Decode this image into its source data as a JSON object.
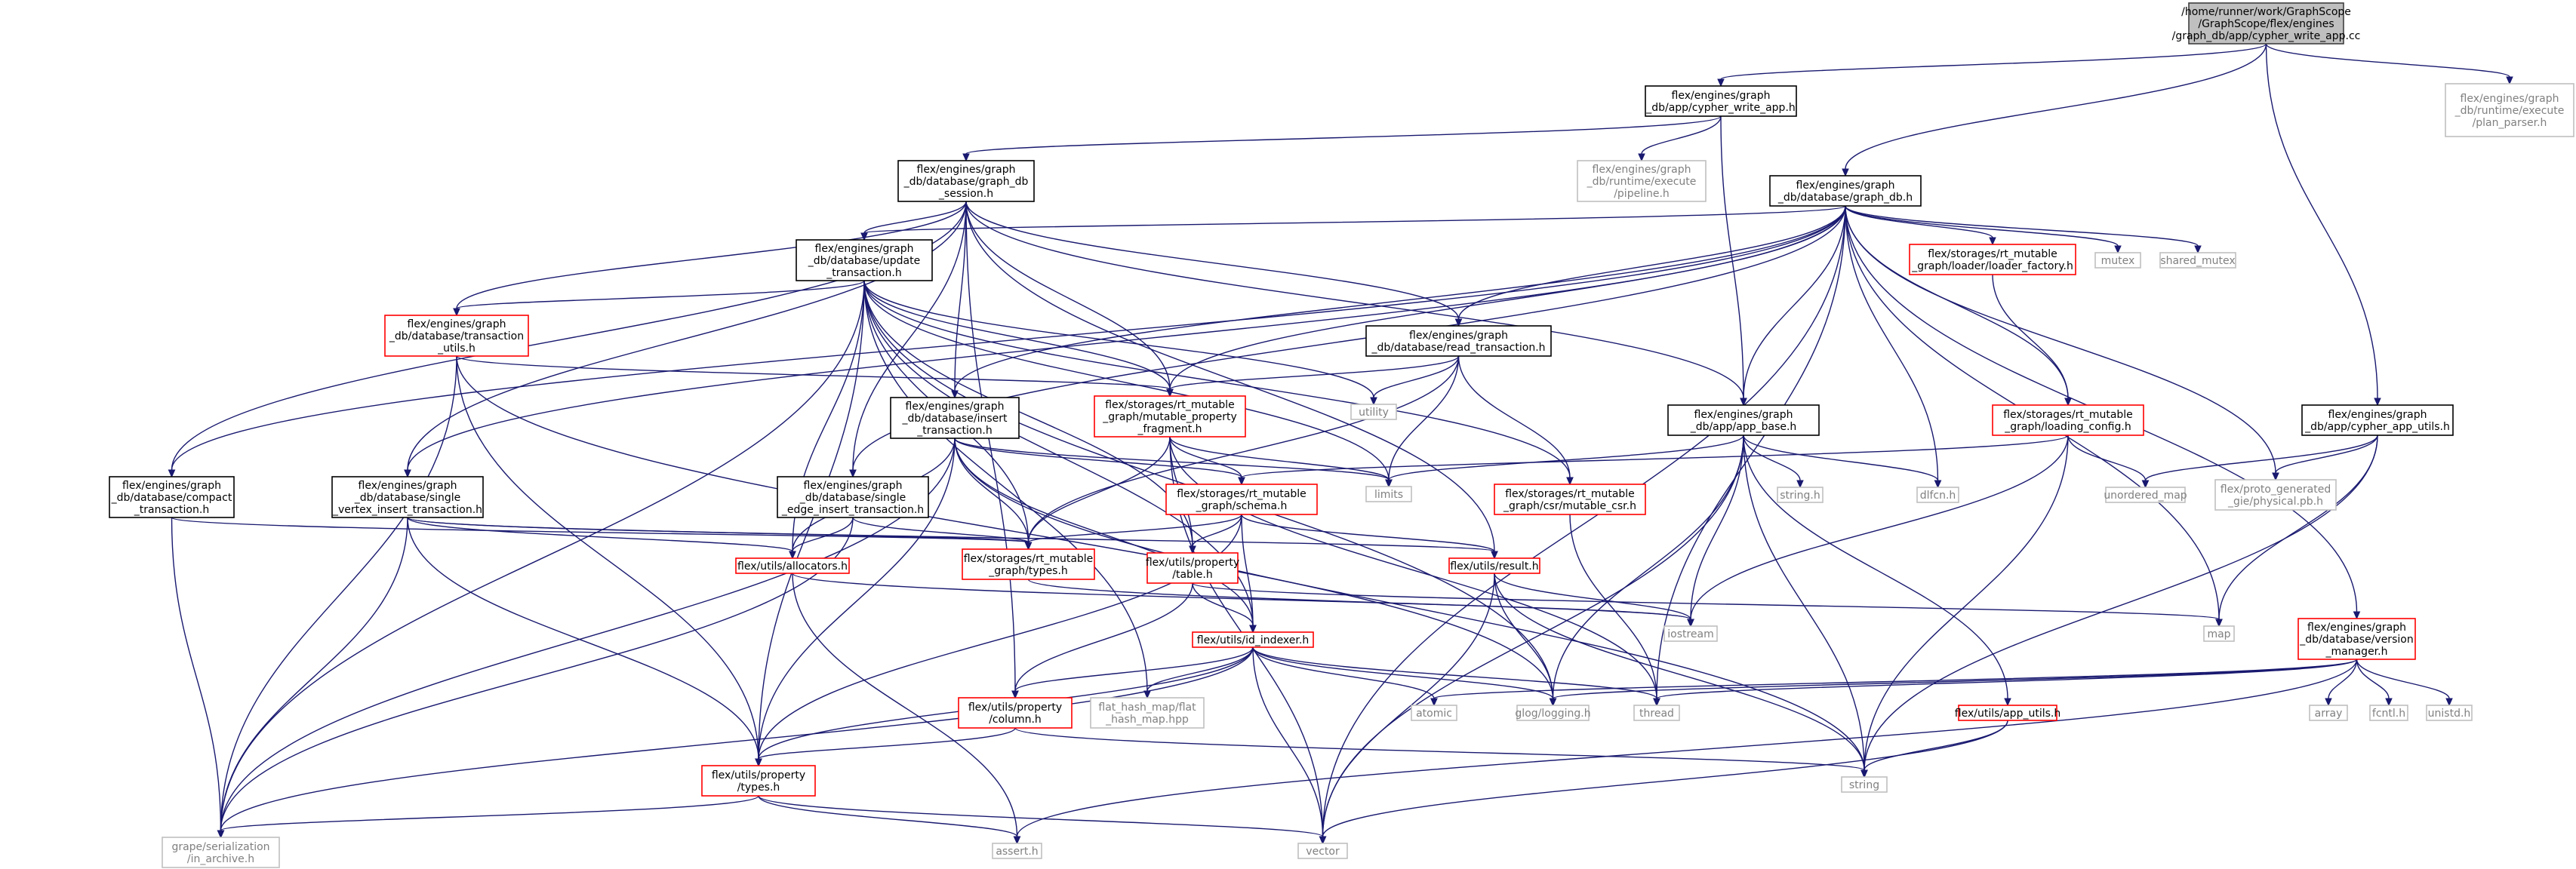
{
  "colors": {
    "edge": "#191970",
    "root_fill": "#bfbfbf",
    "normal_border": "#000000",
    "red_border": "#ff0000",
    "external_border": "#bfbfbf",
    "external_text": "#808080"
  },
  "nodes": [
    {
      "id": "root",
      "kind": "root",
      "lines": [
        "/home/runner/work/GraphScope",
        "/GraphScope/flex/engines",
        "/graph_db/app/cypher_write_app.cc"
      ]
    },
    {
      "id": "cwa_h",
      "kind": "normal",
      "lines": [
        "flex/engines/graph",
        "_db/app/cypher_write_app.h"
      ]
    },
    {
      "id": "plan_parser",
      "kind": "external",
      "lines": [
        "flex/engines/graph",
        "_db/runtime/execute",
        "/plan_parser.h"
      ]
    },
    {
      "id": "graph_db_h",
      "kind": "normal",
      "lines": [
        "flex/engines/graph",
        "_db/database/graph_db.h"
      ]
    },
    {
      "id": "session_h",
      "kind": "normal",
      "lines": [
        "flex/engines/graph",
        "_db/database/graph_db",
        "_session.h"
      ]
    },
    {
      "id": "pipeline_h",
      "kind": "external",
      "lines": [
        "flex/engines/graph",
        "_db/runtime/execute",
        "/pipeline.h"
      ]
    },
    {
      "id": "update_tx",
      "kind": "normal",
      "lines": [
        "flex/engines/graph",
        "_db/database/update",
        "_transaction.h"
      ]
    },
    {
      "id": "loader_factory",
      "kind": "red",
      "lines": [
        "flex/storages/rt_mutable",
        "_graph/loader/loader_factory.h"
      ]
    },
    {
      "id": "mutex",
      "kind": "external",
      "lines": [
        "mutex"
      ]
    },
    {
      "id": "shared_mutex",
      "kind": "external",
      "lines": [
        "shared_mutex"
      ]
    },
    {
      "id": "tx_utils",
      "kind": "red",
      "lines": [
        "flex/engines/graph",
        "_db/database/transaction",
        "_utils.h"
      ]
    },
    {
      "id": "read_tx",
      "kind": "normal",
      "lines": [
        "flex/engines/graph",
        "_db/database/read_transaction.h"
      ]
    },
    {
      "id": "loading_config",
      "kind": "red",
      "lines": [
        "flex/storages/rt_mutable",
        "_graph/loading_config.h"
      ]
    },
    {
      "id": "cypher_app_utils",
      "kind": "normal",
      "lines": [
        "flex/engines/graph",
        "_db/app/cypher_app_utils.h"
      ]
    },
    {
      "id": "utility",
      "kind": "external",
      "lines": [
        "utility"
      ]
    },
    {
      "id": "insert_tx",
      "kind": "normal",
      "lines": [
        "flex/engines/graph",
        "_db/database/insert",
        "_transaction.h"
      ]
    },
    {
      "id": "mpf_h",
      "kind": "red",
      "lines": [
        "flex/storages/rt_mutable",
        "_graph/mutable_property",
        "_fragment.h"
      ]
    },
    {
      "id": "app_base",
      "kind": "normal",
      "lines": [
        "flex/engines/graph",
        "_db/app/app_base.h"
      ]
    },
    {
      "id": "unordered_map",
      "kind": "external",
      "lines": [
        "unordered_map"
      ]
    },
    {
      "id": "physical_pb",
      "kind": "external",
      "lines": [
        "flex/proto_generated",
        "_gie/physical.pb.h"
      ]
    },
    {
      "id": "compact_tx",
      "kind": "normal",
      "lines": [
        "flex/engines/graph",
        "_db/database/compact",
        "_transaction.h"
      ]
    },
    {
      "id": "svi_tx",
      "kind": "normal",
      "lines": [
        "flex/engines/graph",
        "_db/database/single",
        "_vertex_insert_transaction.h"
      ]
    },
    {
      "id": "sei_tx",
      "kind": "normal",
      "lines": [
        "flex/engines/graph",
        "_db/database/single",
        "_edge_insert_transaction.h"
      ]
    },
    {
      "id": "schema_h",
      "kind": "red",
      "lines": [
        "flex/storages/rt_mutable",
        "_graph/schema.h"
      ]
    },
    {
      "id": "limits",
      "kind": "external",
      "lines": [
        "limits"
      ]
    },
    {
      "id": "mutable_csr",
      "kind": "red",
      "lines": [
        "flex/storages/rt_mutable",
        "_graph/csr/mutable_csr.h"
      ]
    },
    {
      "id": "string_h",
      "kind": "external",
      "lines": [
        "string.h"
      ]
    },
    {
      "id": "dlfcn",
      "kind": "external",
      "lines": [
        "dlfcn.h"
      ]
    },
    {
      "id": "allocators",
      "kind": "red",
      "lines": [
        "flex/utils/allocators.h"
      ]
    },
    {
      "id": "types_rt",
      "kind": "red",
      "lines": [
        "flex/storages/rt_mutable",
        "_graph/types.h"
      ]
    },
    {
      "id": "table_h",
      "kind": "red",
      "lines": [
        "flex/utils/property",
        "/table.h"
      ]
    },
    {
      "id": "result_h",
      "kind": "red",
      "lines": [
        "flex/utils/result.h"
      ]
    },
    {
      "id": "iostream",
      "kind": "external",
      "lines": [
        "iostream"
      ]
    },
    {
      "id": "map",
      "kind": "external",
      "lines": [
        "map"
      ]
    },
    {
      "id": "version_mgr",
      "kind": "red",
      "lines": [
        "flex/engines/graph",
        "_db/database/version",
        "_manager.h"
      ]
    },
    {
      "id": "id_indexer",
      "kind": "red",
      "lines": [
        "flex/utils/id_indexer.h"
      ]
    },
    {
      "id": "column_h",
      "kind": "red",
      "lines": [
        "flex/utils/property",
        "/column.h"
      ]
    },
    {
      "id": "flat_hash_map",
      "kind": "external",
      "lines": [
        "flat_hash_map/flat",
        "_hash_map.hpp"
      ]
    },
    {
      "id": "atomic",
      "kind": "external",
      "lines": [
        "atomic"
      ]
    },
    {
      "id": "glog",
      "kind": "external",
      "lines": [
        "glog/logging.h"
      ]
    },
    {
      "id": "thread",
      "kind": "external",
      "lines": [
        "thread"
      ]
    },
    {
      "id": "app_utils",
      "kind": "red",
      "lines": [
        "flex/utils/app_utils.h"
      ]
    },
    {
      "id": "array",
      "kind": "external",
      "lines": [
        "array"
      ]
    },
    {
      "id": "fcntl",
      "kind": "external",
      "lines": [
        "fcntl.h"
      ]
    },
    {
      "id": "unistd",
      "kind": "external",
      "lines": [
        "unistd.h"
      ]
    },
    {
      "id": "string",
      "kind": "external",
      "lines": [
        "string"
      ]
    },
    {
      "id": "types_prop",
      "kind": "red",
      "lines": [
        "flex/utils/property",
        "/types.h"
      ]
    },
    {
      "id": "in_archive",
      "kind": "external",
      "lines": [
        "grape/serialization",
        "/in_archive.h"
      ]
    },
    {
      "id": "assert_h",
      "kind": "external",
      "lines": [
        "assert.h"
      ]
    },
    {
      "id": "vector",
      "kind": "external",
      "lines": [
        "vector"
      ]
    }
  ],
  "edges": [
    [
      "root",
      "cwa_h"
    ],
    [
      "root",
      "graph_db_h"
    ],
    [
      "root",
      "cypher_app_utils"
    ],
    [
      "root",
      "plan_parser"
    ],
    [
      "cwa_h",
      "session_h"
    ],
    [
      "cwa_h",
      "pipeline_h"
    ],
    [
      "cwa_h",
      "app_base"
    ],
    [
      "graph_db_h",
      "update_tx"
    ],
    [
      "graph_db_h",
      "read_tx"
    ],
    [
      "graph_db_h",
      "insert_tx"
    ],
    [
      "graph_db_h",
      "mpf_h"
    ],
    [
      "graph_db_h",
      "app_base"
    ],
    [
      "graph_db_h",
      "loader_factory"
    ],
    [
      "graph_db_h",
      "loading_config"
    ],
    [
      "graph_db_h",
      "mutex"
    ],
    [
      "graph_db_h",
      "shared_mutex"
    ],
    [
      "graph_db_h",
      "version_mgr"
    ],
    [
      "graph_db_h",
      "map"
    ],
    [
      "graph_db_h",
      "thread"
    ],
    [
      "graph_db_h",
      "dlfcn"
    ],
    [
      "graph_db_h",
      "physical_pb"
    ],
    [
      "graph_db_h",
      "svi_tx"
    ],
    [
      "graph_db_h",
      "sei_tx"
    ],
    [
      "graph_db_h",
      "vector"
    ],
    [
      "graph_db_h",
      "compact_tx"
    ],
    [
      "session_h",
      "update_tx"
    ],
    [
      "session_h",
      "read_tx"
    ],
    [
      "session_h",
      "insert_tx"
    ],
    [
      "session_h",
      "tx_utils"
    ],
    [
      "session_h",
      "compact_tx"
    ],
    [
      "session_h",
      "svi_tx"
    ],
    [
      "session_h",
      "sei_tx"
    ],
    [
      "session_h",
      "mpf_h"
    ],
    [
      "session_h",
      "app_base"
    ],
    [
      "session_h",
      "column_h"
    ],
    [
      "session_h",
      "result_h"
    ],
    [
      "update_tx",
      "tx_utils"
    ],
    [
      "update_tx",
      "mpf_h"
    ],
    [
      "update_tx",
      "types_rt"
    ],
    [
      "update_tx",
      "allocators"
    ],
    [
      "update_tx",
      "utility"
    ],
    [
      "update_tx",
      "in_archive"
    ],
    [
      "update_tx",
      "types_prop"
    ],
    [
      "update_tx",
      "id_indexer"
    ],
    [
      "update_tx",
      "limits"
    ],
    [
      "update_tx",
      "mutable_csr"
    ],
    [
      "update_tx",
      "table_h"
    ],
    [
      "update_tx",
      "flat_hash_map"
    ],
    [
      "update_tx",
      "glog"
    ],
    [
      "tx_utils",
      "mpf_h"
    ],
    [
      "tx_utils",
      "in_archive"
    ],
    [
      "tx_utils",
      "types_prop"
    ],
    [
      "tx_utils",
      "glog"
    ],
    [
      "loader_factory",
      "loading_config"
    ],
    [
      "read_tx",
      "mpf_h"
    ],
    [
      "read_tx",
      "mutable_csr"
    ],
    [
      "read_tx",
      "types_rt"
    ],
    [
      "read_tx",
      "limits"
    ],
    [
      "read_tx",
      "utility"
    ],
    [
      "loading_config",
      "schema_h"
    ],
    [
      "loading_config",
      "unordered_map"
    ],
    [
      "loading_config",
      "string"
    ],
    [
      "loading_config",
      "iostream"
    ],
    [
      "cypher_app_utils",
      "unordered_map"
    ],
    [
      "cypher_app_utils",
      "physical_pb"
    ],
    [
      "cypher_app_utils",
      "map"
    ],
    [
      "cypher_app_utils",
      "string"
    ],
    [
      "insert_tx",
      "types_rt"
    ],
    [
      "insert_tx",
      "schema_h"
    ],
    [
      "insert_tx",
      "allocators"
    ],
    [
      "insert_tx",
      "limits"
    ],
    [
      "insert_tx",
      "in_archive"
    ],
    [
      "insert_tx",
      "types_prop"
    ],
    [
      "insert_tx",
      "id_indexer"
    ],
    [
      "insert_tx",
      "string"
    ],
    [
      "mpf_h",
      "schema_h"
    ],
    [
      "mpf_h",
      "types_rt"
    ],
    [
      "mpf_h",
      "table_h"
    ],
    [
      "mpf_h",
      "thread"
    ],
    [
      "mpf_h",
      "vector"
    ],
    [
      "mpf_h",
      "limits"
    ],
    [
      "app_base",
      "limits"
    ],
    [
      "app_base",
      "dlfcn"
    ],
    [
      "app_base",
      "string_h"
    ],
    [
      "app_base",
      "app_utils"
    ],
    [
      "app_base",
      "string"
    ],
    [
      "app_base",
      "iostream"
    ],
    [
      "app_base",
      "glog"
    ],
    [
      "app_base",
      "vector"
    ],
    [
      "compact_tx",
      "types_rt"
    ],
    [
      "compact_tx",
      "in_archive"
    ],
    [
      "svi_tx",
      "types_rt"
    ],
    [
      "svi_tx",
      "allocators"
    ],
    [
      "svi_tx",
      "in_archive"
    ],
    [
      "svi_tx",
      "types_prop"
    ],
    [
      "svi_tx",
      "result_h"
    ],
    [
      "sei_tx",
      "types_rt"
    ],
    [
      "sei_tx",
      "allocators"
    ],
    [
      "sei_tx",
      "in_archive"
    ],
    [
      "schema_h",
      "types_rt"
    ],
    [
      "schema_h",
      "table_h"
    ],
    [
      "schema_h",
      "id_indexer"
    ],
    [
      "schema_h",
      "result_h"
    ],
    [
      "schema_h",
      "types_prop"
    ],
    [
      "mutable_csr",
      "thread"
    ],
    [
      "allocators",
      "iostream"
    ],
    [
      "allocators",
      "assert_h"
    ],
    [
      "types_rt",
      "iostream"
    ],
    [
      "table_h",
      "id_indexer"
    ],
    [
      "table_h",
      "column_h"
    ],
    [
      "table_h",
      "map"
    ],
    [
      "result_h",
      "iostream"
    ],
    [
      "result_h",
      "glog"
    ],
    [
      "result_h",
      "string"
    ],
    [
      "result_h",
      "vector"
    ],
    [
      "version_mgr",
      "array"
    ],
    [
      "version_mgr",
      "fcntl"
    ],
    [
      "version_mgr",
      "unistd"
    ],
    [
      "version_mgr",
      "atomic"
    ],
    [
      "version_mgr",
      "thread"
    ],
    [
      "version_mgr",
      "glog"
    ],
    [
      "version_mgr",
      "assert_h"
    ],
    [
      "id_indexer",
      "column_h"
    ],
    [
      "id_indexer",
      "types_prop"
    ],
    [
      "id_indexer",
      "flat_hash_map"
    ],
    [
      "id_indexer",
      "atomic"
    ],
    [
      "id_indexer",
      "glog"
    ],
    [
      "id_indexer",
      "thread"
    ],
    [
      "id_indexer",
      "vector"
    ],
    [
      "id_indexer",
      "in_archive"
    ],
    [
      "column_h",
      "types_prop"
    ],
    [
      "column_h",
      "string"
    ],
    [
      "app_utils",
      "string"
    ],
    [
      "app_utils",
      "vector"
    ],
    [
      "types_prop",
      "in_archive"
    ],
    [
      "types_prop",
      "assert_h"
    ],
    [
      "types_prop",
      "vector"
    ]
  ]
}
